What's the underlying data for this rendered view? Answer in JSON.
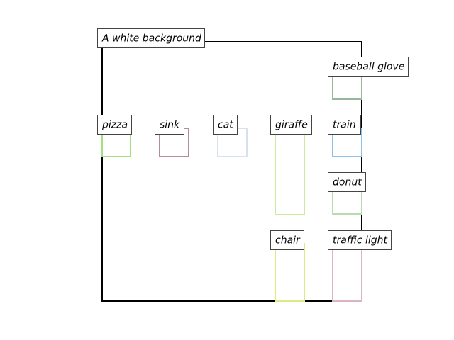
{
  "background_label": "A white background",
  "frame_color": "#000000",
  "objects": [
    {
      "label": "pizza",
      "color": "#a3e07f"
    },
    {
      "label": "sink",
      "color": "#b88aa0"
    },
    {
      "label": "cat",
      "color": "#d6e0f0"
    },
    {
      "label": "giraffe",
      "color": "#c9eaa0"
    },
    {
      "label": "train",
      "color": "#8ec2ea"
    },
    {
      "label": "baseball glove",
      "color": "#98b69c"
    },
    {
      "label": "donut",
      "color": "#b8dcb0"
    },
    {
      "label": "chair",
      "color": "#d9ec86"
    },
    {
      "label": "traffic light",
      "color": "#dcb4c4"
    }
  ]
}
